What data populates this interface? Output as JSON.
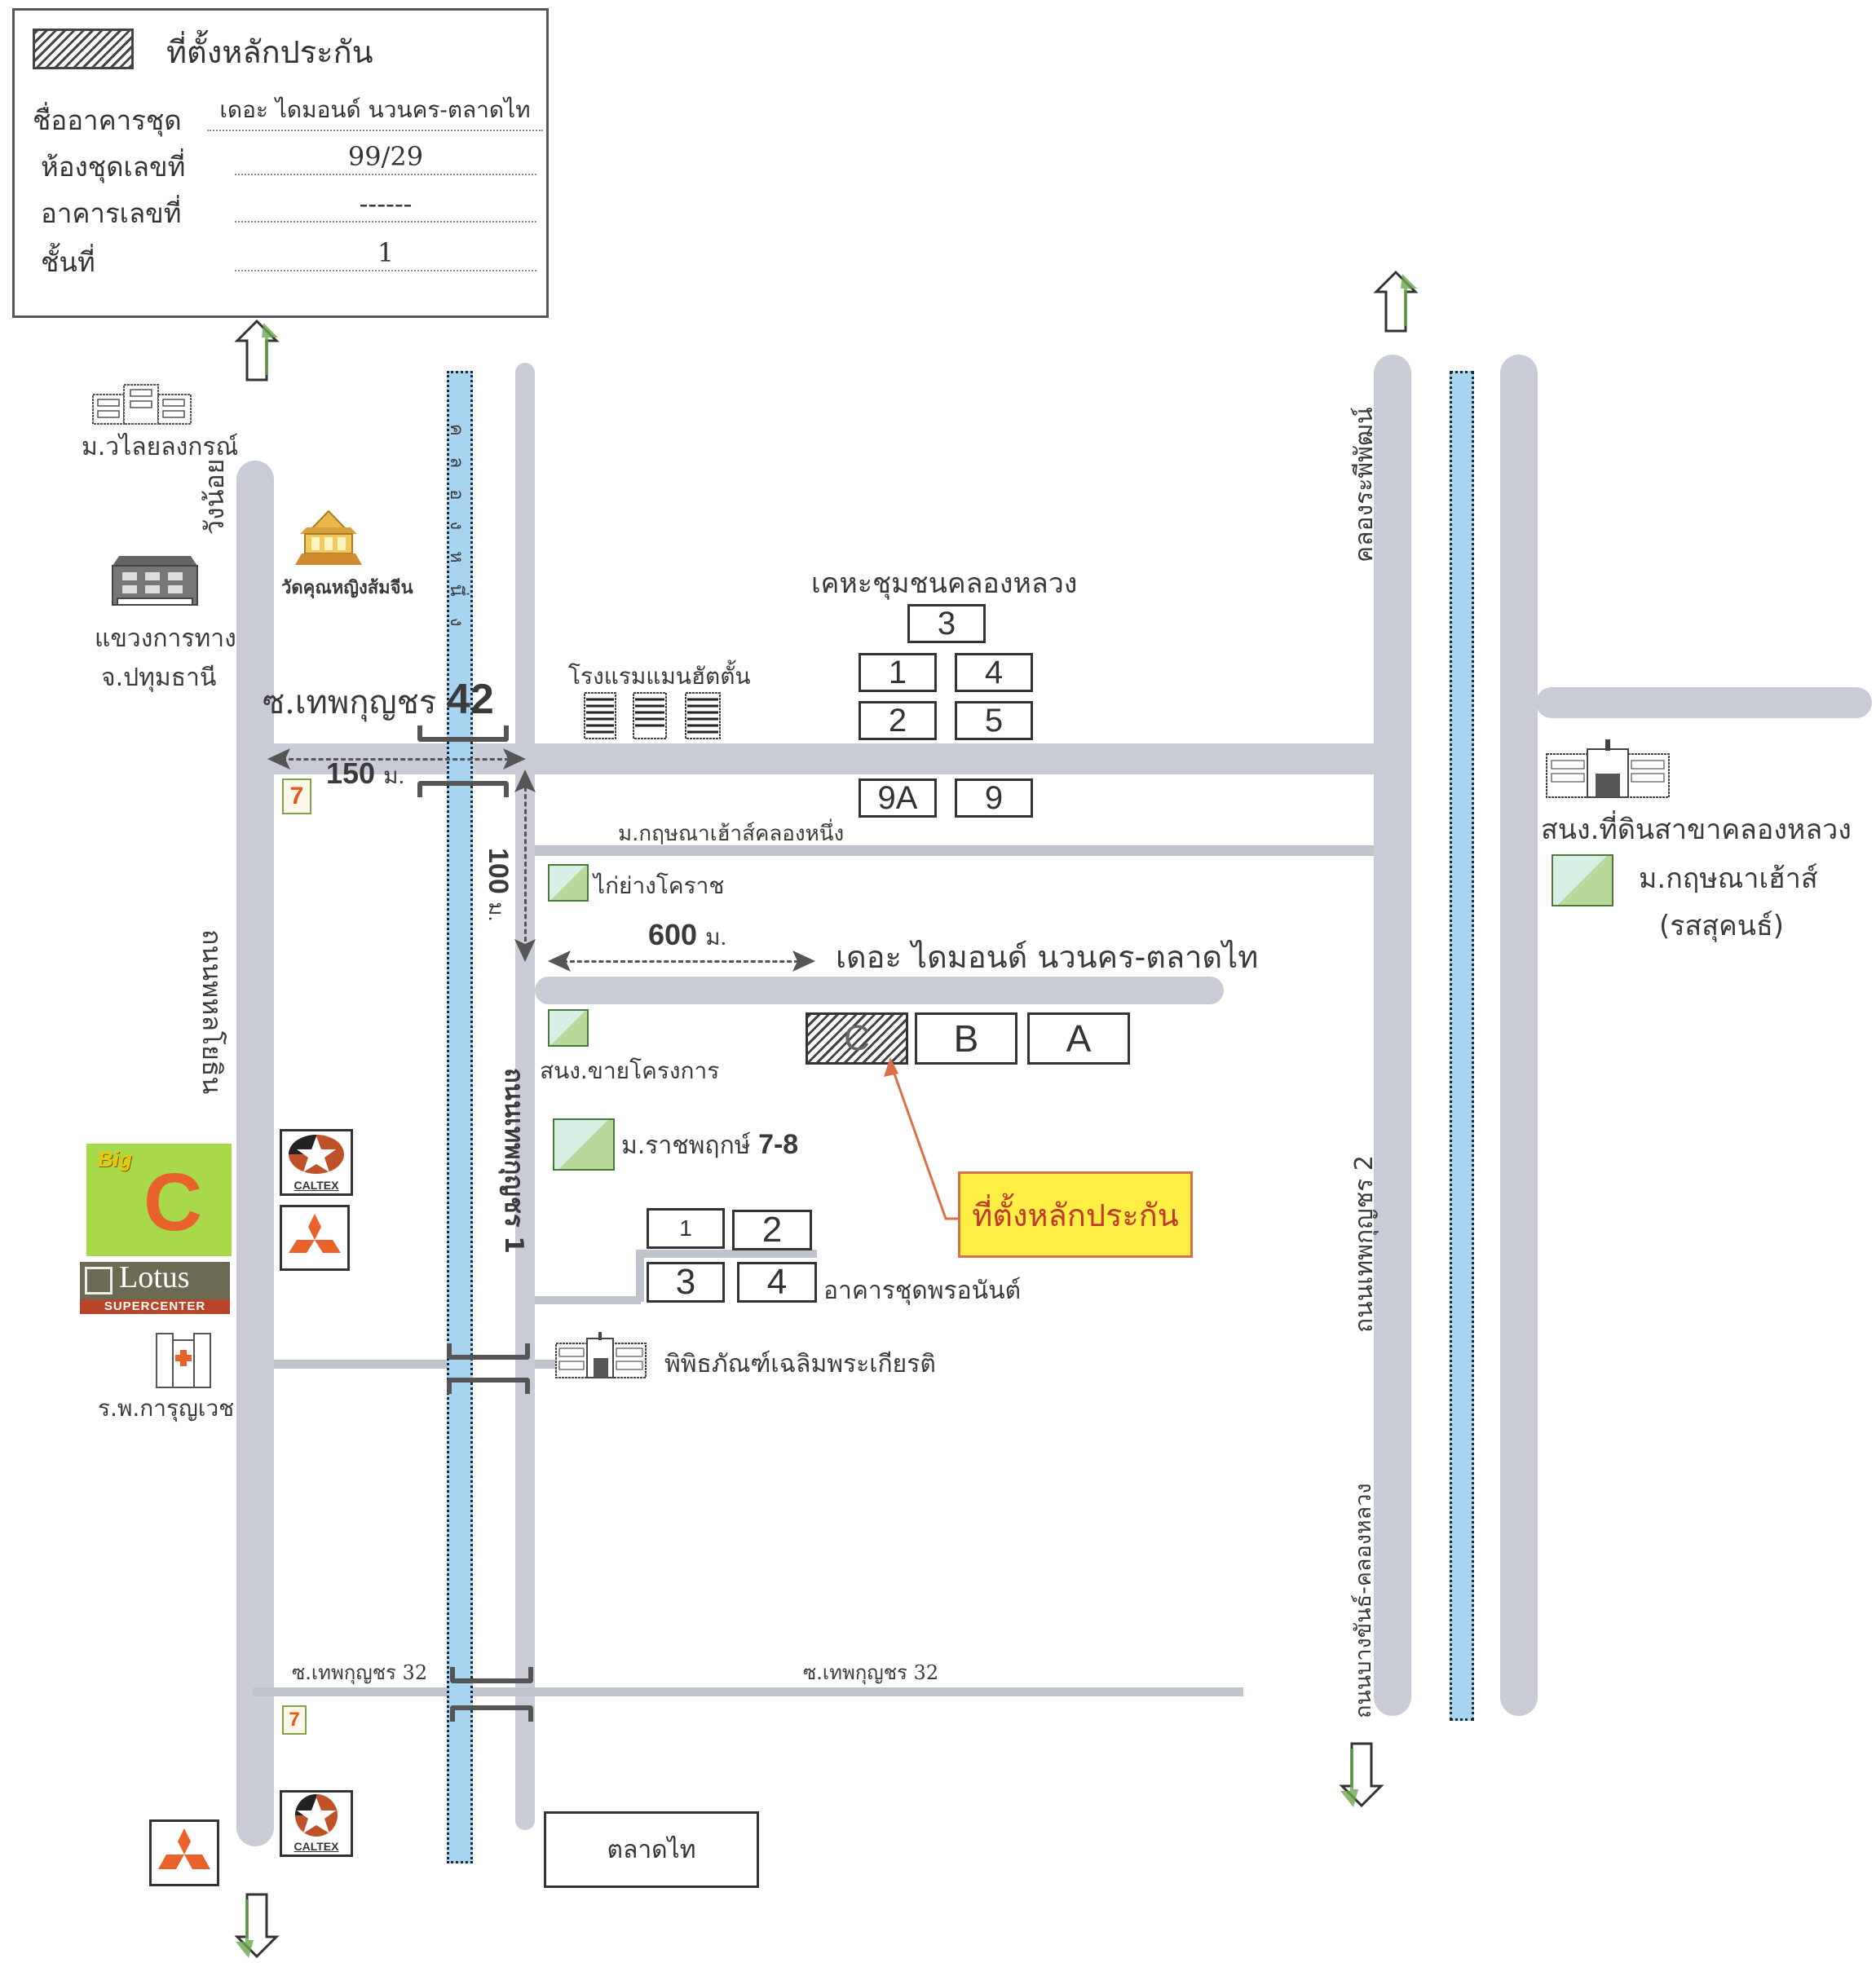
{
  "legend": {
    "title": "ที่ตั้งหลักประกัน",
    "rows": [
      {
        "label": "ชื่ออาคารชุด",
        "value": "เดอะ ไดมอนด์ นวนคร-ตลาดไท"
      },
      {
        "label": "ห้องชุดเลขที่",
        "value": "99/29"
      },
      {
        "label": "อาคารเลขที่",
        "value": "------"
      },
      {
        "label": "ชั้นที่",
        "value": "1"
      }
    ]
  },
  "roads": {
    "phahonyothin": "ถนนพหลโยธิน",
    "wang_noi": "วังน้อย",
    "thep_kunchon_1": "ถนนเทพกุญชร 1",
    "soi_42_prefix": "ซ.เทพกุญชร",
    "soi_42_number": "42",
    "soi_32_left": "ซ.เทพกุญชร 32",
    "soi_32_right": "ซ.เทพกุญชร 32",
    "khlong_raphiphat": "คลองระพีพัฒน์",
    "thep_kunchon_2": "ถนนเทพกุญชร 2",
    "bang_khan_khlong_luang": "ถนนบางขันธ์-คลองหลวง",
    "krisana_house_road": "ม.กฤษณาเฮ้าส์คลองหนึ่ง"
  },
  "canals": {
    "khlong_nueng": "คลองหนึ่ง"
  },
  "distances": {
    "d150": {
      "value": "150",
      "unit": "ม."
    },
    "d100": {
      "value": "100",
      "unit": "ม."
    },
    "d600": {
      "value": "600",
      "unit": "ม."
    }
  },
  "landmarks": {
    "walailongkorn": "ม.วไลยลงกรณ์",
    "wat": "วัดคุณหญิงส้มจีน",
    "highways_office_1": "แขวงการทาง",
    "highways_office_2": "จ.ปทุมธานี",
    "hotel": "โรงแรมแมนฮัตตั้น",
    "community_housing": "เคหะชุมชนคลองหลวง",
    "land_office": "สนง.ที่ดินสาขาคลองหลวง",
    "krisana_rossukon_1": "ม.กฤษณาเฮ้าส์",
    "krisana_rossukon_2": "(รสสุคนธ์)",
    "kai_yang": "ไก่ย่างโคราช",
    "sales_office": "สนง.ขายโครงการ",
    "ratchaphruek": "ม.ราชพฤกษ์",
    "ratchaphruek_num": "7-8",
    "pornanan": "อาคารชุดพรอนันต์",
    "museum": "พิพิธภัณฑ์เฉลิมพระเกียรติ",
    "hospital": "ร.พ.การุญเวช",
    "talad_thai": "ตลาดไท"
  },
  "project": {
    "name": "เดอะ ไดมอนด์ นวนคร-ตลาดไท",
    "buildings": [
      "C",
      "B",
      "A"
    ],
    "callout": "ที่ตั้งหลักประกัน"
  },
  "housing_blocks": [
    "3",
    "1",
    "4",
    "2",
    "5",
    "9A",
    "9"
  ],
  "pornanan_blocks": [
    "1",
    "2",
    "3",
    "4"
  ],
  "brands": {
    "big_c": "Big",
    "big_c_letter": "C",
    "lotus": "Lotus",
    "lotus_sub": "SUPERCENTER",
    "caltex": "CALTEX",
    "seven_eleven": "7"
  },
  "colors": {
    "road": "#c9ccd6",
    "canal": "#a9d4ef",
    "callout_bg": "#ffee44",
    "callout_text": "#c0392b",
    "arrow_accent": "#6aa84f"
  }
}
